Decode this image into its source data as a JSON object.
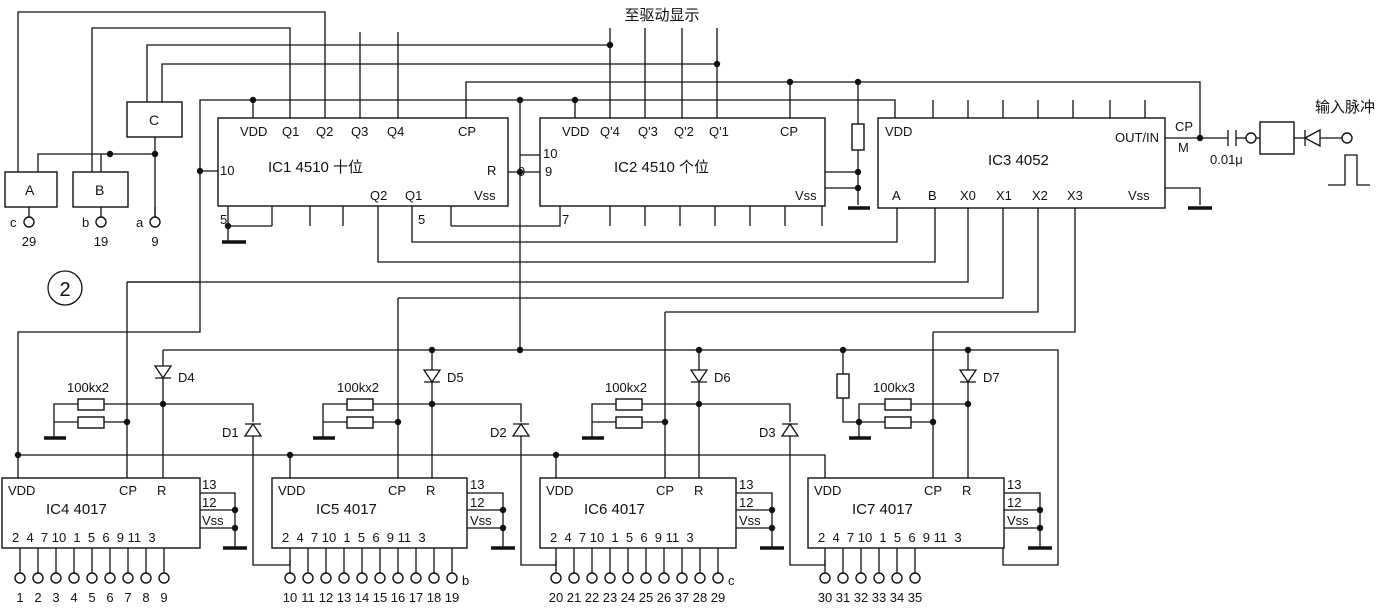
{
  "title": "至驱动显示",
  "input_label": "输入脉冲",
  "circle_num": "2",
  "cap_label": "0.01μ",
  "ic1": {
    "title": "IC1  4510 十位",
    "vdd": "VDD",
    "q1": "Q1",
    "q2": "Q2",
    "q3": "Q3",
    "q4": "Q4",
    "cp": "CP",
    "p10": "10",
    "r": "R",
    "oq2": "Q2",
    "oq1": "Q1",
    "vss": "Vss",
    "p5a": "5",
    "p5b": "5"
  },
  "ic2": {
    "title": "IC2  4510 个位",
    "vdd": "VDD",
    "q4": "Q'4",
    "q3": "Q'3",
    "q2": "Q'2",
    "q1": "Q'1",
    "cp": "CP",
    "p10": "10",
    "p9": "9",
    "vss": "Vss",
    "p7": "7",
    "p9b": "9"
  },
  "ic3": {
    "title": "IC3  4052",
    "vdd": "VDD",
    "outin": "OUT/IN",
    "cp": "CP",
    "m": "M",
    "a": "A",
    "b": "B",
    "x0": "X0",
    "x1": "X1",
    "x2": "X2",
    "x3": "X3",
    "vss": "Vss"
  },
  "abc": {
    "a": "A",
    "b": "B",
    "c": "C",
    "ci": "c",
    "bi": "b",
    "ai": "a",
    "n29": "29",
    "n19": "19",
    "n9": "9"
  },
  "res": {
    "r1": "100kx2",
    "r2": "100kx2",
    "r3": "100kx2",
    "r4": "100kx3"
  },
  "diodes": {
    "d4": "D4",
    "d5": "D5",
    "d6": "D6",
    "d7": "D7",
    "d1": "D1",
    "d2": "D2",
    "d3": "D3"
  },
  "ic4": {
    "vdd": "VDD",
    "title": "IC4  4017",
    "cp": "CP",
    "r": "R",
    "p13": "13",
    "p12": "12",
    "vss": "Vss",
    "pins": "2  4  7 10  1  5  6  9 11  3"
  },
  "ic5": {
    "vdd": "VDD",
    "title": "IC5  4017",
    "cp": "CP",
    "r": "R",
    "p13": "13",
    "p12": "12",
    "vss": "Vss",
    "pins": "2  4  7 10  1  5  6  9 11  3"
  },
  "ic6": {
    "vdd": "VDD",
    "title": "IC6  4017",
    "cp": "CP",
    "r": "R",
    "p13": "13",
    "p12": "12",
    "vss": "Vss",
    "pins": "2  4  7 10  1  5  6  9 11  3"
  },
  "ic7": {
    "vdd": "VDD",
    "title": "IC7  4017",
    "cp": "CP",
    "r": "R",
    "p13": "13",
    "p12": "12",
    "vss": "Vss",
    "pins": "2  4  7 10  1  5  6  9 11  3"
  },
  "out4": [
    "1",
    "2",
    "3",
    "4",
    "5",
    "6",
    "7",
    "8",
    "9"
  ],
  "out5": [
    "10",
    "11",
    "12",
    "13",
    "14",
    "15",
    "16",
    "17",
    "18",
    "19"
  ],
  "out5_end": "b",
  "out6": [
    "20",
    "21",
    "22",
    "23",
    "24",
    "25",
    "26",
    "37",
    "28",
    "29"
  ],
  "out6_end": "c",
  "out7": [
    "30",
    "31",
    "32",
    "33",
    "34",
    "35"
  ]
}
